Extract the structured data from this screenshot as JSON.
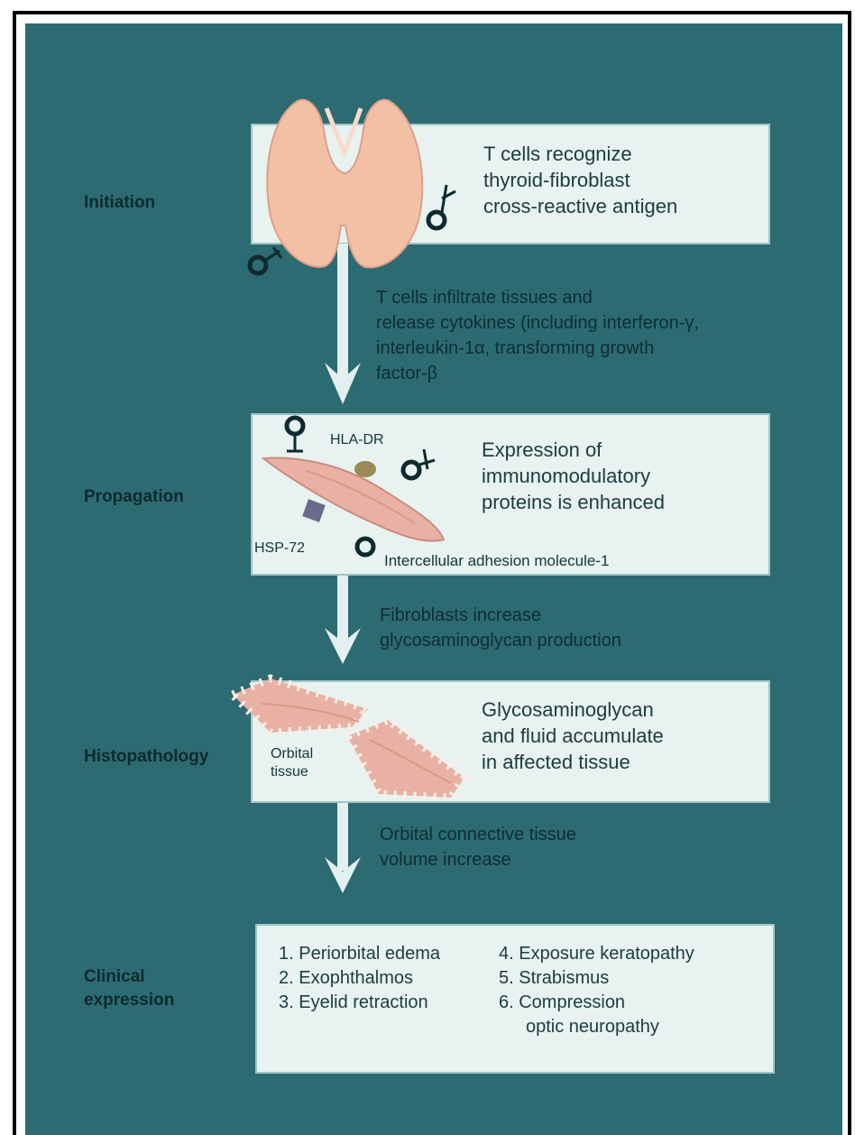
{
  "stages": {
    "initiation": "Initiation",
    "propagation": "Propagation",
    "histopathology": "Histopathology",
    "clinical_line1": "Clinical",
    "clinical_line2": "expression"
  },
  "boxes": {
    "initiation": [
      "T cells recognize",
      "thyroid-fibroblast",
      "cross-reactive antigen"
    ],
    "propagation": [
      "Expression of",
      "immunomodulatory",
      "proteins is enhanced"
    ],
    "histopathology": [
      "Glycosaminoglycan",
      "and fluid accumulate",
      "in affected tissue"
    ]
  },
  "labels": {
    "hla_dr": "HLA-DR",
    "hsp_72": "HSP-72",
    "icam": "Intercellular adhesion molecule-1",
    "orbital_line1": "Orbital",
    "orbital_line2": "tissue"
  },
  "flows": {
    "step1": [
      "T cells infiltrate tissues and",
      "release cytokines (including interferon-γ,",
      "interleukin-1α, transforming growth",
      "factor-β"
    ],
    "step2": [
      "Fibroblasts increase",
      "glycosaminoglycan production"
    ],
    "step3": [
      "Orbital connective tissue",
      "volume increase"
    ]
  },
  "clinical": {
    "left": [
      "1. Periorbital edema",
      "2. Exophthalmos",
      "3. Eyelid retraction"
    ],
    "right": [
      "4. Exposure keratopathy",
      "5. Strabismus",
      "6. Compression",
      "optic neuropathy"
    ]
  },
  "colors": {
    "panel": "#2c6b72",
    "box": "#e7f2f1",
    "arrow": "#e3f0ef",
    "tissue": "#e8b1a3",
    "thyroid": "#f2c0a5"
  }
}
